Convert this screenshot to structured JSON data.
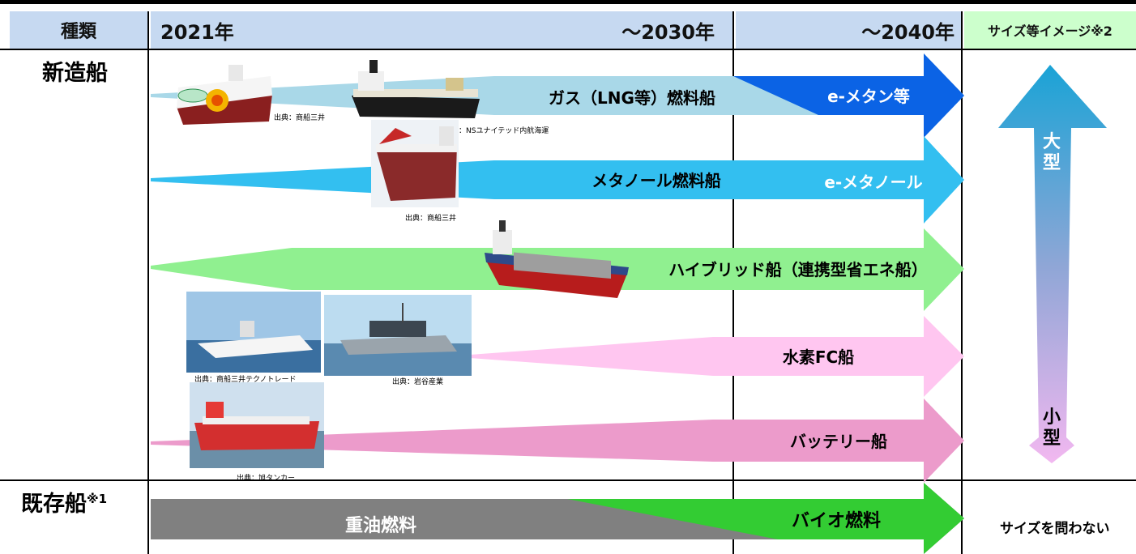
{
  "header": {
    "type_label": "種類",
    "year_start": "2021年",
    "year_2030": "～2030年",
    "year_2040": "～2040年",
    "size_label": "サイズ等イメージ※2"
  },
  "rows": {
    "new_ships": "新造船",
    "existing_ships": "既存船",
    "existing_sup": "※1"
  },
  "arrows": {
    "gas": "ガス（LNG等）燃料船",
    "e_methane": "e-メタン等",
    "methanol": "メタノール燃料船",
    "e_methanol": "e-メタノール",
    "hybrid": "ハイブリッド船（連携型省エネ船）",
    "hydrogen": "水素FC船",
    "battery": "バッテリー船",
    "heavy_oil": "重油燃料",
    "bio": "バイオ燃料"
  },
  "size_image": {
    "large": "大型",
    "small": "小型",
    "any_size": "サイズを問わない"
  },
  "credits": {
    "c1": "出典：商船三井",
    "c2": "出典：NSユナイテッド内航海運",
    "c3": "出典：商船三井",
    "c4": "出典：商船三井テクノトレード",
    "c5": "出典：岩谷産業",
    "c6": "出典：旭タンカー"
  },
  "colors": {
    "header_blue": "#c6d9f1",
    "header_green": "#ccffcc",
    "gas": "#a9d8e8",
    "e_methane": "#0b63e5",
    "methanol": "#33bff0",
    "hybrid": "#90f090",
    "hydrogen": "#ffc6f0",
    "battery": "#ec9bcb",
    "heavy_oil": "#808080",
    "bio": "#33cc33"
  }
}
